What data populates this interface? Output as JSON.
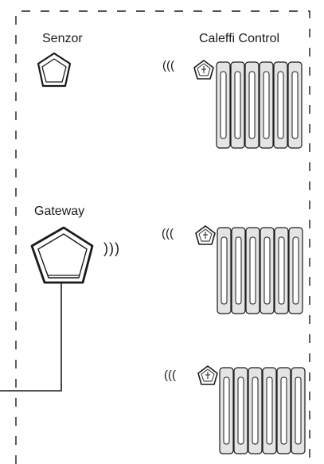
{
  "labels": {
    "sensor": "Senzor",
    "controller": "Caleffi Control",
    "gateway": "Gateway"
  },
  "signals": {
    "outgoing": ")))",
    "incoming": "((("
  },
  "colors": {
    "stroke": "#1a1a1a",
    "radiator_fill": "#e4e4e4",
    "background": "#ffffff"
  }
}
